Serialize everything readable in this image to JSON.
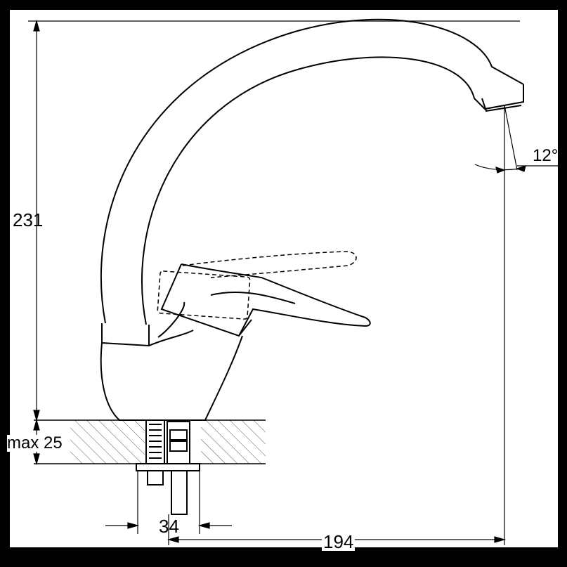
{
  "drawing": {
    "dim_height": "231",
    "dim_max_thickness": "max 25",
    "dim_hole": "34",
    "dim_reach": "194",
    "dim_angle": "12°"
  }
}
